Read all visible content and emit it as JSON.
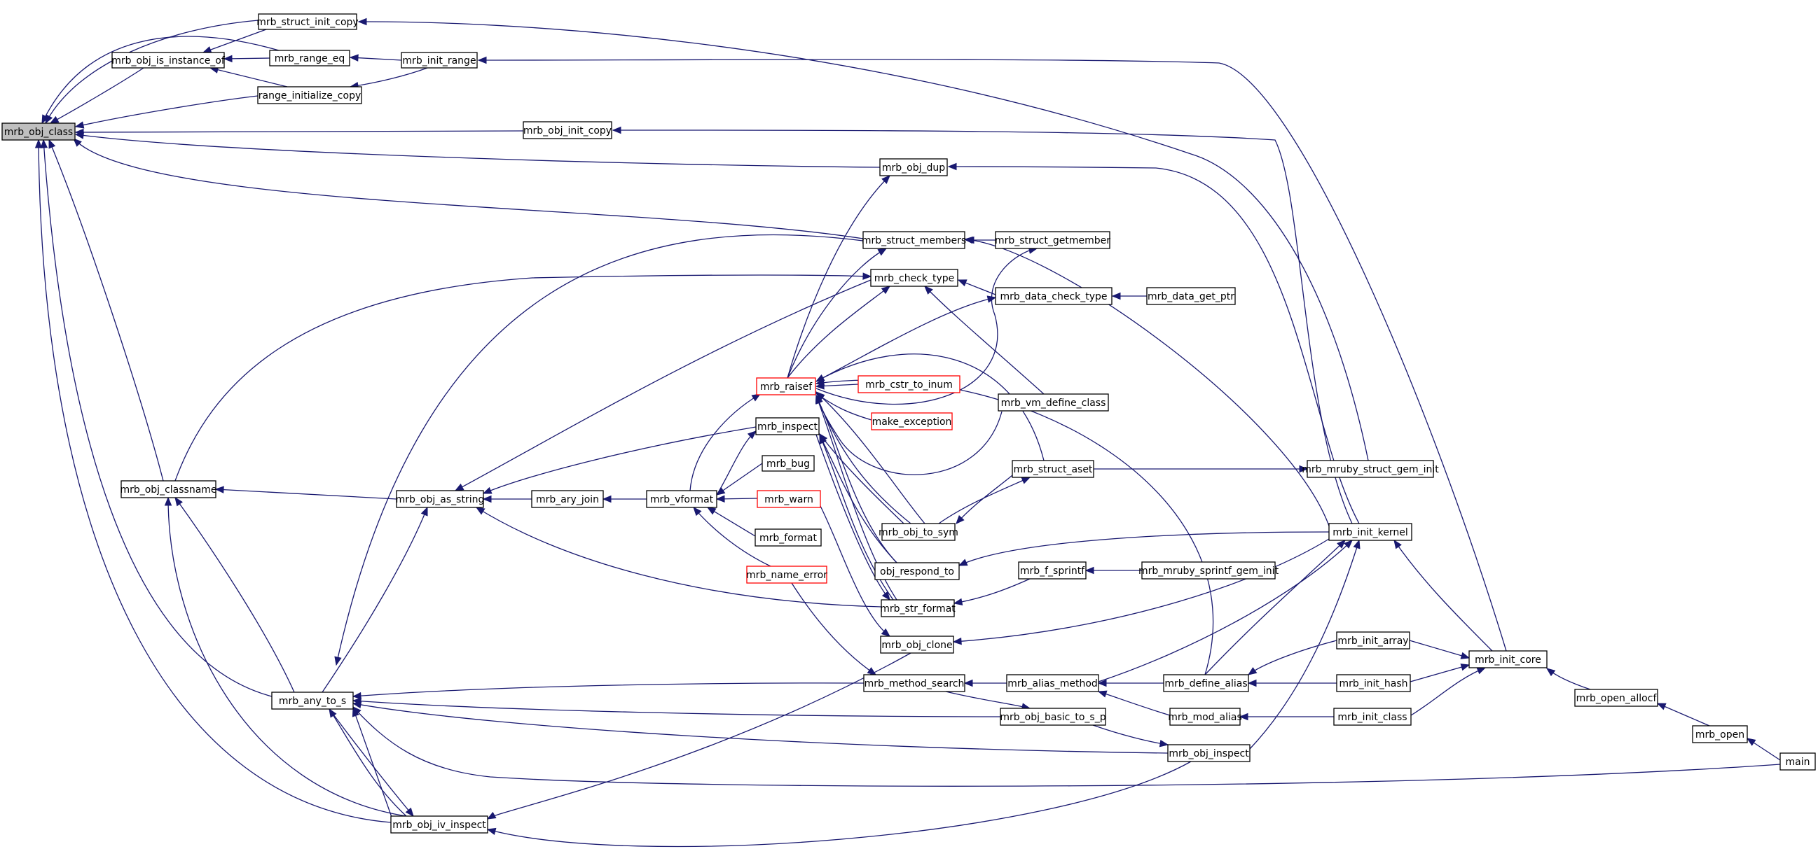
{
  "graph": {
    "colors": {
      "edge": "#191970",
      "node_border": "#000000",
      "highlight_border": "#ff0000",
      "root_fill": "#bfbfbf"
    },
    "nodes": [
      {
        "id": "n1",
        "label": "mrb_obj_class",
        "root": true
      },
      {
        "id": "n2",
        "label": "mrb_struct_init_copy"
      },
      {
        "id": "n3",
        "label": "mrb_obj_is_instance_of"
      },
      {
        "id": "n4",
        "label": "mrb_range_eq"
      },
      {
        "id": "n5",
        "label": "mrb_init_range"
      },
      {
        "id": "n6",
        "label": "range_initialize_copy"
      },
      {
        "id": "n7",
        "label": "mrb_obj_init_copy"
      },
      {
        "id": "n8",
        "label": "mrb_obj_dup"
      },
      {
        "id": "n9",
        "label": "mrb_struct_members"
      },
      {
        "id": "n10",
        "label": "mrb_struct_getmember"
      },
      {
        "id": "n11",
        "label": "mrb_check_type"
      },
      {
        "id": "n12",
        "label": "mrb_data_check_type"
      },
      {
        "id": "n13",
        "label": "mrb_data_get_ptr"
      },
      {
        "id": "n14",
        "label": "mrb_raisef",
        "red": true
      },
      {
        "id": "n15",
        "label": "mrb_cstr_to_inum",
        "red": true
      },
      {
        "id": "n16",
        "label": "make_exception",
        "red": true
      },
      {
        "id": "n17",
        "label": "mrb_vm_define_class"
      },
      {
        "id": "n18",
        "label": "mrb_inspect"
      },
      {
        "id": "n19",
        "label": "mrb_bug"
      },
      {
        "id": "n20",
        "label": "mrb_obj_as_string"
      },
      {
        "id": "n21",
        "label": "mrb_ary_join"
      },
      {
        "id": "n22",
        "label": "mrb_vformat"
      },
      {
        "id": "n23",
        "label": "mrb_warn",
        "red": true
      },
      {
        "id": "n24",
        "label": "mrb_format"
      },
      {
        "id": "n25",
        "label": "mrb_name_error",
        "red": true
      },
      {
        "id": "n26",
        "label": "mrb_obj_classname"
      },
      {
        "id": "n27",
        "label": "mrb_struct_aset"
      },
      {
        "id": "n28",
        "label": "mrb_mruby_struct_gem_init"
      },
      {
        "id": "n29",
        "label": "mrb_obj_to_sym"
      },
      {
        "id": "n30",
        "label": "mrb_init_kernel"
      },
      {
        "id": "n31",
        "label": "obj_respond_to"
      },
      {
        "id": "n32",
        "label": "mrb_f_sprintf"
      },
      {
        "id": "n33",
        "label": "mrb_mruby_sprintf_gem_init"
      },
      {
        "id": "n34",
        "label": "mrb_str_format"
      },
      {
        "id": "n35",
        "label": "mrb_obj_clone"
      },
      {
        "id": "n36",
        "label": "mrb_init_array"
      },
      {
        "id": "n37",
        "label": "mrb_init_core"
      },
      {
        "id": "n38",
        "label": "mrb_any_to_s"
      },
      {
        "id": "n39",
        "label": "mrb_method_search"
      },
      {
        "id": "n40",
        "label": "mrb_alias_method"
      },
      {
        "id": "n41",
        "label": "mrb_define_alias"
      },
      {
        "id": "n42",
        "label": "mrb_init_hash"
      },
      {
        "id": "n43",
        "label": "mrb_open_allocf"
      },
      {
        "id": "n44",
        "label": "mrb_obj_basic_to_s_p"
      },
      {
        "id": "n45",
        "label": "mrb_mod_alias"
      },
      {
        "id": "n46",
        "label": "mrb_init_class"
      },
      {
        "id": "n47",
        "label": "mrb_open"
      },
      {
        "id": "n48",
        "label": "mrb_obj_inspect"
      },
      {
        "id": "n49",
        "label": "main"
      },
      {
        "id": "n50",
        "label": "mrb_obj_iv_inspect"
      }
    ]
  }
}
